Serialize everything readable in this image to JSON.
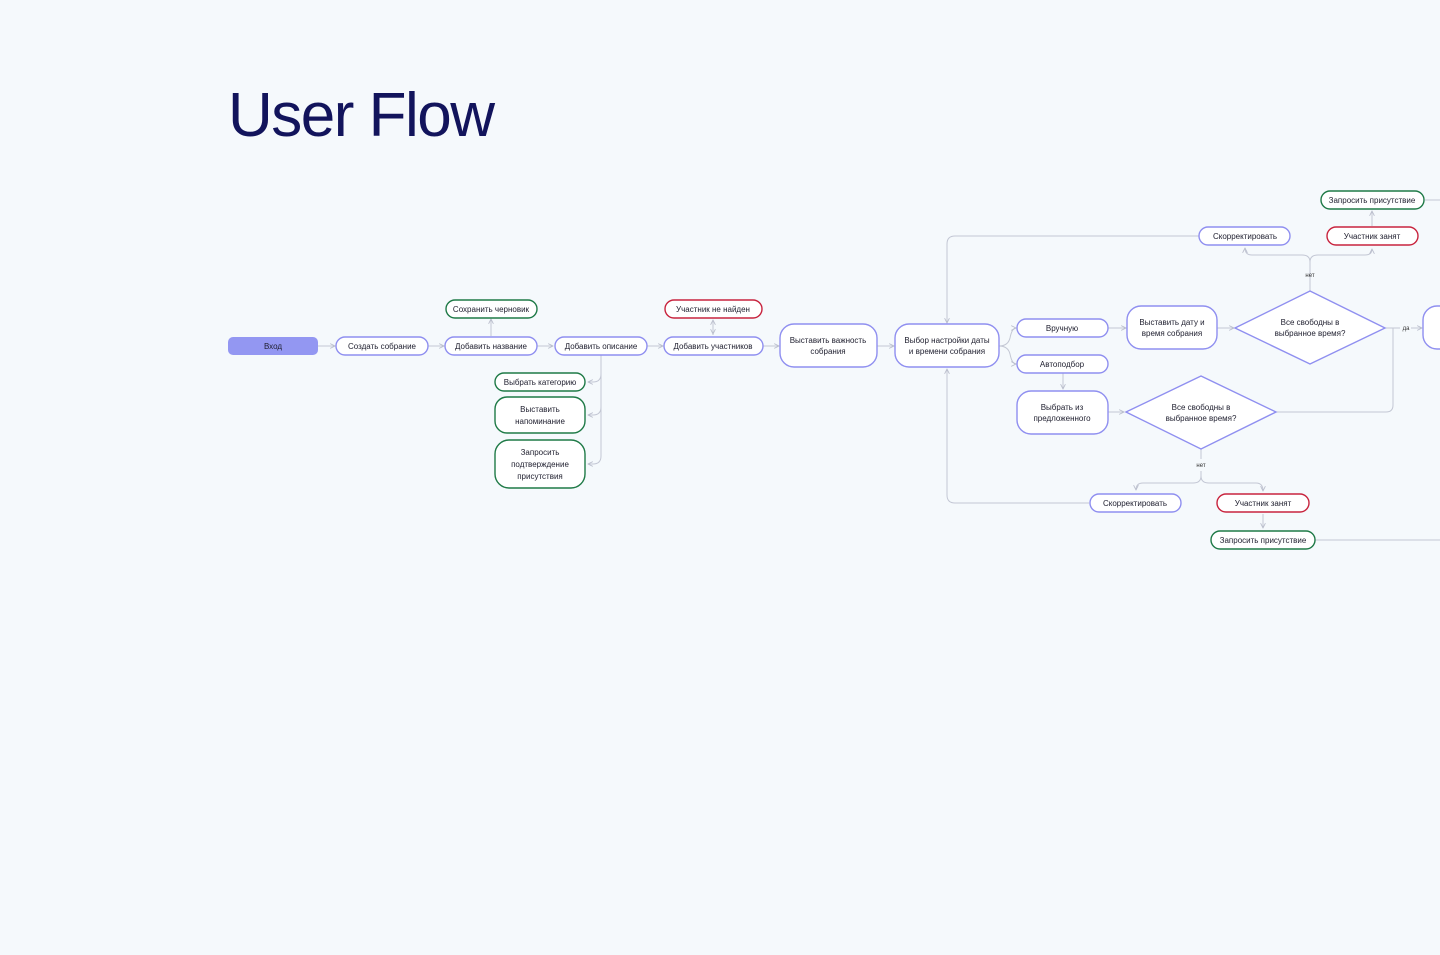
{
  "title": "User Flow",
  "colors": {
    "background": "#f5f9fc",
    "title": "#12145c",
    "start_fill": "#9397f2",
    "step_stroke": "#8f8ff0",
    "optional_stroke": "#1f7a47",
    "error_stroke": "#c8243e",
    "connector": "#c3c7d4"
  },
  "nodes": {
    "start": "Вход",
    "create": "Создать собрание",
    "add_name": "Добавить название",
    "save_draft": "Сохранить черновик",
    "add_description": "Добавить описание",
    "choose_category": "Выбрать категорию",
    "set_reminder": [
      "Выставить",
      "напоминание"
    ],
    "request_confirmation": [
      "Запросить",
      "подтверждение",
      "присутствия"
    ],
    "add_participants": "Добавить участников",
    "participant_not_found": "Участник не найден",
    "set_importance": [
      "Выставить важность",
      "собрания"
    ],
    "choose_datetime_mode": [
      "Выбор настройки даты",
      "и времени собрания"
    ],
    "manual": "Вручную",
    "auto": "Автоподбор",
    "set_datetime": [
      "Выставить дату и",
      "время собрания"
    ],
    "choose_suggested": [
      "Выбрать из",
      "предложенного"
    ],
    "decision_top": [
      "Все свободны в",
      "выбранное время?"
    ],
    "decision_bottom": [
      "Все свободны в",
      "выбранное время?"
    ],
    "adjust_top": "Скорректировать",
    "busy_top": "Участник занят",
    "request_presence_top": "Запросить присутствие",
    "adjust_bottom": "Скорректировать",
    "busy_bottom": "Участник занят",
    "request_presence_bottom": "Запросить присутствие"
  },
  "edge_labels": {
    "no_top": "нет",
    "yes_top": "да",
    "no_bottom": "нет"
  }
}
